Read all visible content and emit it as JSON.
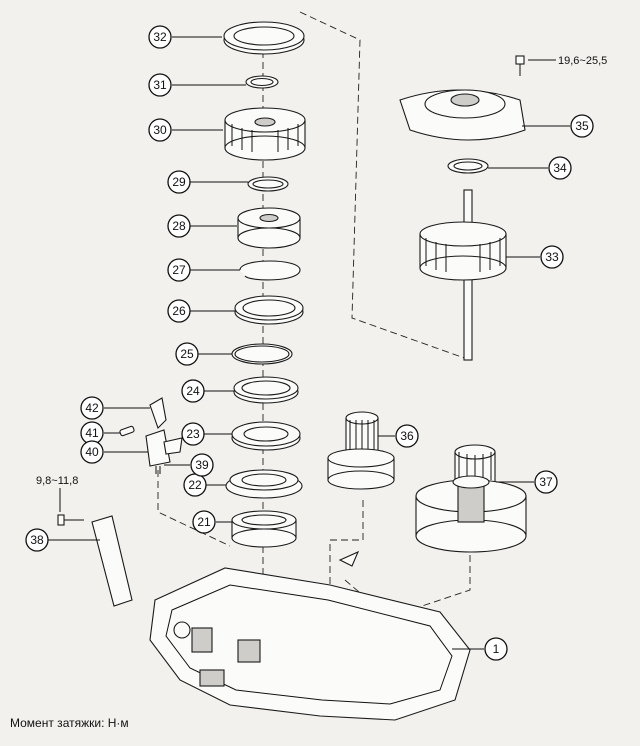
{
  "callouts": [
    "32",
    "31",
    "30",
    "29",
    "28",
    "27",
    "26",
    "25",
    "24",
    "23",
    "22",
    "21",
    "42",
    "41",
    "40",
    "39",
    "38",
    "36",
    "37",
    "35",
    "34",
    "33",
    "1"
  ],
  "torque_labels": {
    "top_right": "19,6~25,5",
    "left": "9,8~11,8"
  },
  "caption": "Момент затяжки: Н·м"
}
